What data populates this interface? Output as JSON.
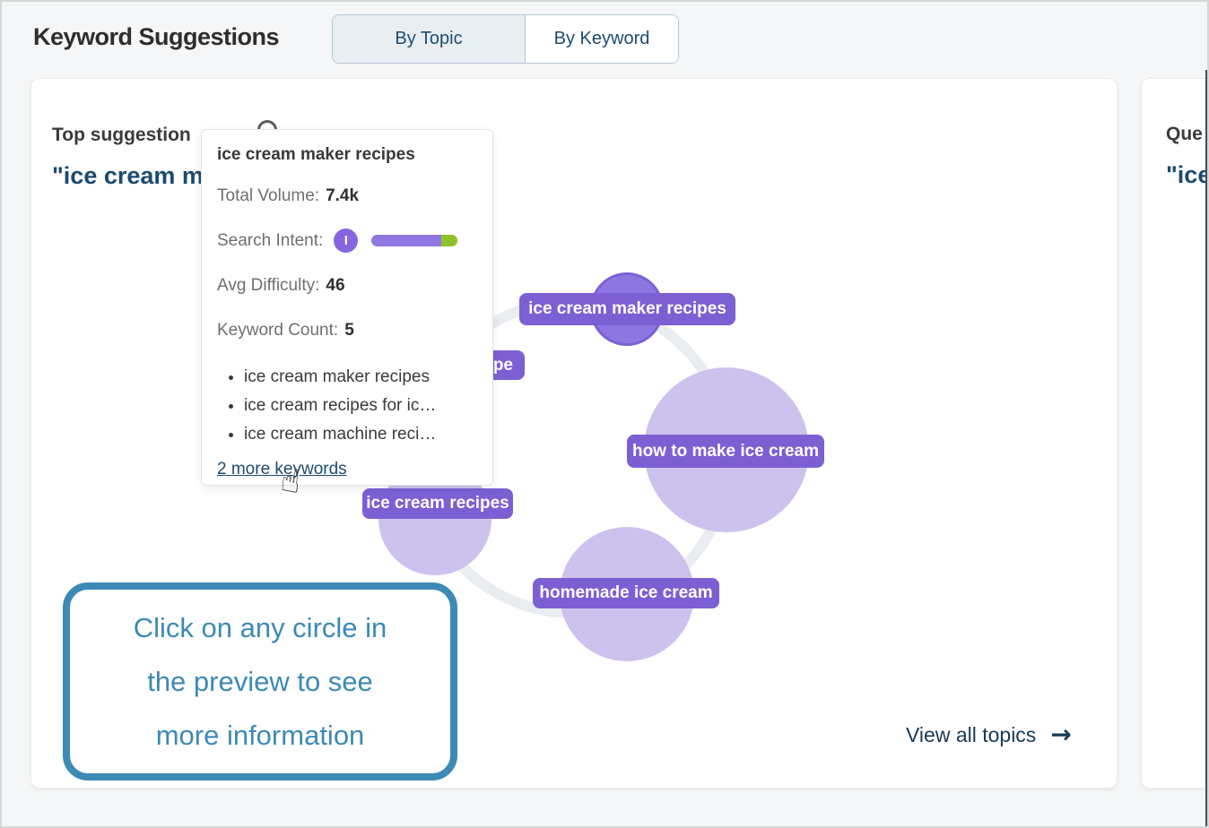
{
  "header": {
    "title": "Keyword Suggestions",
    "tabs": [
      {
        "label": "By Topic",
        "active": true
      },
      {
        "label": "By Keyword",
        "active": false
      }
    ]
  },
  "main_card": {
    "heading_fragment": "Top suggestion",
    "quote_fragment": "\"ice cream m",
    "view_all_label": "View all topics"
  },
  "preview": {
    "bubbles": [
      {
        "label": "ice cream maker recipes",
        "selected": true
      },
      {
        "label": "pe",
        "partial": true
      },
      {
        "label": "how to make ice cream"
      },
      {
        "label": "ice cream recipes"
      },
      {
        "label": "homemade ice cream"
      }
    ],
    "hint_lines": [
      "Click on any circle in",
      "the preview to see",
      "more information"
    ]
  },
  "tooltip": {
    "title": "ice cream maker recipes",
    "total_volume_label": "Total Volume:",
    "total_volume": "7.4k",
    "search_intent_label": "Search Intent:",
    "intent_badge": "I",
    "avg_difficulty_label": "Avg Difficulty:",
    "avg_difficulty": "46",
    "keyword_count_label": "Keyword Count:",
    "keyword_count": "5",
    "keywords": [
      "ice cream maker recipes",
      "ice cream recipes for ic…",
      "ice cream machine reci…"
    ],
    "more_link": "2 more keywords"
  },
  "side_card": {
    "heading_fragment": "Que",
    "quote_fragment": "\"ice"
  },
  "icons": {
    "arrow_right": "→",
    "hand_cursor": "☝"
  },
  "colors": {
    "pill_purple": "#7c5fd3",
    "selected_bubble": "#8d76e1",
    "light_bubble": "#cdc2ee",
    "intent_purple": "#8566df",
    "intent_green": "#8cc327",
    "callout_blue": "#3d8ab5",
    "navy_text": "#1d4b6e"
  }
}
